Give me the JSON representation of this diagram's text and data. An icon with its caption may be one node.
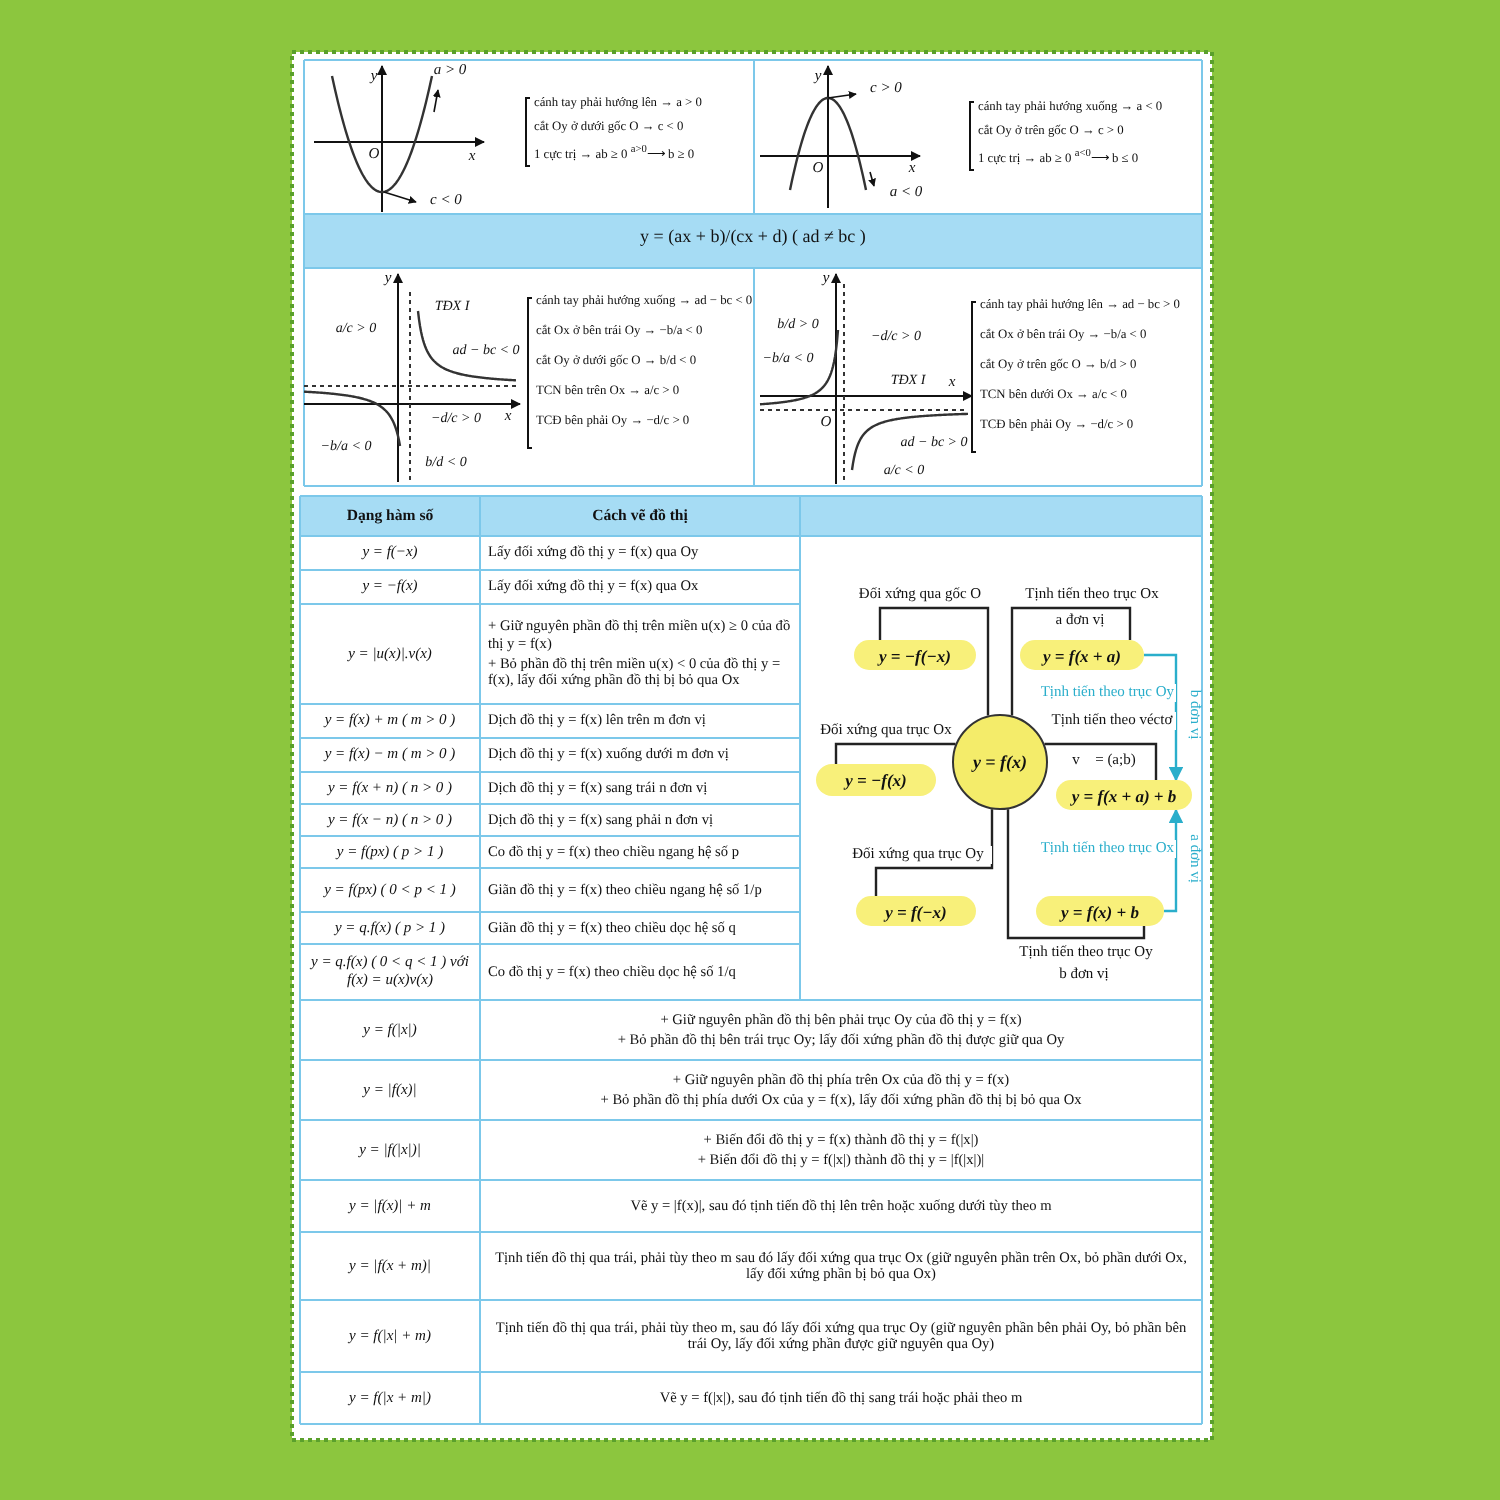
{
  "diagram": {
    "nodes": [
      {
        "text": [
          "y = f(x)"
        ]
      },
      {
        "text": [
          "y = −f(−x)"
        ]
      },
      {
        "text": [
          "y = f(x + a)"
        ]
      },
      {
        "text": [
          "y = −f(x)"
        ]
      },
      {
        "text": [
          "y = f(x + a) + b"
        ]
      },
      {
        "text": [
          "y = f(−x)"
        ]
      },
      {
        "text": [
          "y = f(x) + b"
        ]
      }
    ],
    "edges": [
      {
        "from": 0,
        "to": 1,
        "arrow": "none",
        "label": "Đối xứng qua gốc O"
      },
      {
        "from": 0,
        "to": 2,
        "arrow": "none",
        "label": "Tịnh tiến theo trục Ox"
      },
      {
        "from": 0,
        "to": 3,
        "arrow": "none",
        "label": "Đối xứng qua trục Ox"
      },
      {
        "from": 0,
        "to": 4,
        "arrow": "none",
        "label": "Tịnh tiến theo véctơ"
      },
      {
        "from": 0,
        "to": 5,
        "arrow": "none",
        "label": "Đối xứng qua trục Oy"
      },
      {
        "from": 0,
        "to": 6,
        "arrow": "none",
        "label": "Tịnh tiến theo trục Oy"
      },
      {
        "from": 2,
        "to": 4,
        "arrow": "to",
        "label": "Tịnh tiến theo trục Oy",
        "color": "#2aaecb"
      },
      {
        "from": 6,
        "to": 4,
        "arrow": "to",
        "label": "Tịnh tiến theo trục Ox",
        "color": "#2aaecb"
      }
    ],
    "labels": [
      "y",
      "a > 0",
      "O",
      "x",
      "c < 0",
      "cánh tay phải hướng lên → a > 0",
      "cắt Oy ở dưới gốc O → c < 0",
      "1 cực trị → ab ≥ 0 $^{a>0}$⟶ b ≥ 0",
      "y",
      "c > 0",
      "O",
      "x",
      "a < 0",
      "cánh tay phải hướng xuống → a < 0",
      "cắt Oy ở trên gốc O → c > 0",
      "1 cực trị → ab ≥ 0 $^{a<0}$⟶ b ≤ 0",
      "y = (ax + b)/(cx + d) ( ad ≠ bc )",
      "y",
      "TĐX I",
      "a/c > 0",
      "ad − bc < 0",
      "x",
      "−b/a < 0",
      "−d/c > 0",
      "b/d < 0",
      "cánh tay phải hướng xuống → ad − bc < 0",
      "cắt Ox ở bên trái Oy → −b/a < 0",
      "cắt Oy ở dưới gốc O → b/d < 0",
      "TCN bên trên Ox → a/c > 0",
      "TCĐ bên phải Oy → −d/c > 0",
      "y",
      "b/d > 0",
      "−d/c > 0",
      "−b/a < 0",
      "TĐX I",
      "x",
      "O",
      "ad − bc > 0",
      "a/c < 0",
      "cánh tay phải hướng lên → ad − bc > 0",
      "cắt Ox ở bên trái Oy → −b/a < 0",
      "cắt Oy ở trên gốc O → b/d > 0",
      "TCN bên dưới Ox → a/c < 0",
      "TCĐ bên phải Oy → −d/c > 0",
      "Dạng hàm số",
      "Cách vẽ đồ thị",
      "y = f(−x)",
      "Lấy đối xứng đồ thị y = f(x) qua Oy",
      "y = −f(x)",
      "Lấy đối xứng đồ thị y = f(x) qua Ox",
      "y = |u(x)|.v(x)",
      "+ Giữ nguyên phần đồ thị trên miền u(x) ≥ 0 của đồ thị y = f(x)",
      "+ Bỏ phần đồ thị trên miền u(x) < 0 của đồ thị y = f(x), lấy đối xứng phần đồ thị bị bỏ qua Ox",
      "y = f(x) + m ( m > 0 )",
      "Dịch đồ thị y = f(x) lên trên m đơn vị",
      "y = f(x) − m ( m > 0 )",
      "Dịch đồ thị y = f(x) xuống dưới m đơn vị",
      "y = f(x + n) ( n > 0 )",
      "Dịch đồ thị y = f(x) sang trái n đơn vị",
      "y = f(x − n) ( n > 0 )",
      "Dịch đồ thị y = f(x) sang phải n đơn vị",
      "y = f(px) ( p > 1 )",
      "Co đồ thị y = f(x) theo chiều ngang hệ số p",
      "y = f(px) ( 0 < p < 1 )",
      "Giãn đồ thị y = f(x) theo chiều ngang hệ số 1/p",
      "y = q.f(x) ( p > 1 )",
      "Giãn đồ thị y = f(x) theo chiều dọc hệ số q",
      "y = q.f(x) ( 0 < q < 1 ) với f(x) = u(x)v(x)",
      "Co đồ thị y = f(x) theo chiều dọc hệ số 1/q",
      "y = f(|x|)",
      "+ Giữ nguyên phần đồ thị bên phải trục Oy của đồ thị y = f(x)",
      "+ Bỏ phần đồ thị bên trái trục Oy; lấy đối xứng phần đồ thị được giữ qua Oy",
      "y = |f(x)|",
      "+ Giữ nguyên phần đồ thị phía trên Ox của đồ thị y = f(x)",
      "+ Bỏ phần đồ thị phía dưới Ox của y = f(x), lấy đối xứng phần đồ thị bị bỏ qua Ox",
      "y = |f(|x|)|",
      "+ Biến đổi đồ thị y = f(x) thành đồ thị y = f(|x|)",
      "+ Biến đổi đồ thị y = f(|x|) thành đồ thị y = |f(|x|)|",
      "y = |f(x)| + m",
      "Vẽ y = |f(x)|, sau đó tịnh tiến đồ thị lên trên hoặc xuống dưới tùy theo m",
      "y = |f(x + m)|",
      "Tịnh tiến đồ thị qua trái, phải tùy theo m sau đó lấy đối xứng qua trục Ox (giữ nguyên phần trên Ox, bỏ phần dưới Ox, lấy đối xứng phần bị bỏ qua Ox)",
      "y = f(|x| + m)",
      "Tịnh tiến đồ thị qua trái, phải tùy theo m, sau đó lấy đối xứng qua trục Oy (giữ nguyên phần bên phải Oy, bỏ phần bên trái Oy, lấy đối xứng phần được giữ nguyên qua Oy)",
      "y = f(|x + m|)",
      "Vẽ y = f(|x|), sau đó tịnh tiến đồ thị sang trái hoặc phải theo m",
      "a đơn vị",
      "b đơn vị",
      "v⃗ = (a;b)",
      "a đơn vị",
      "b đơn vị"
    ]
  }
}
